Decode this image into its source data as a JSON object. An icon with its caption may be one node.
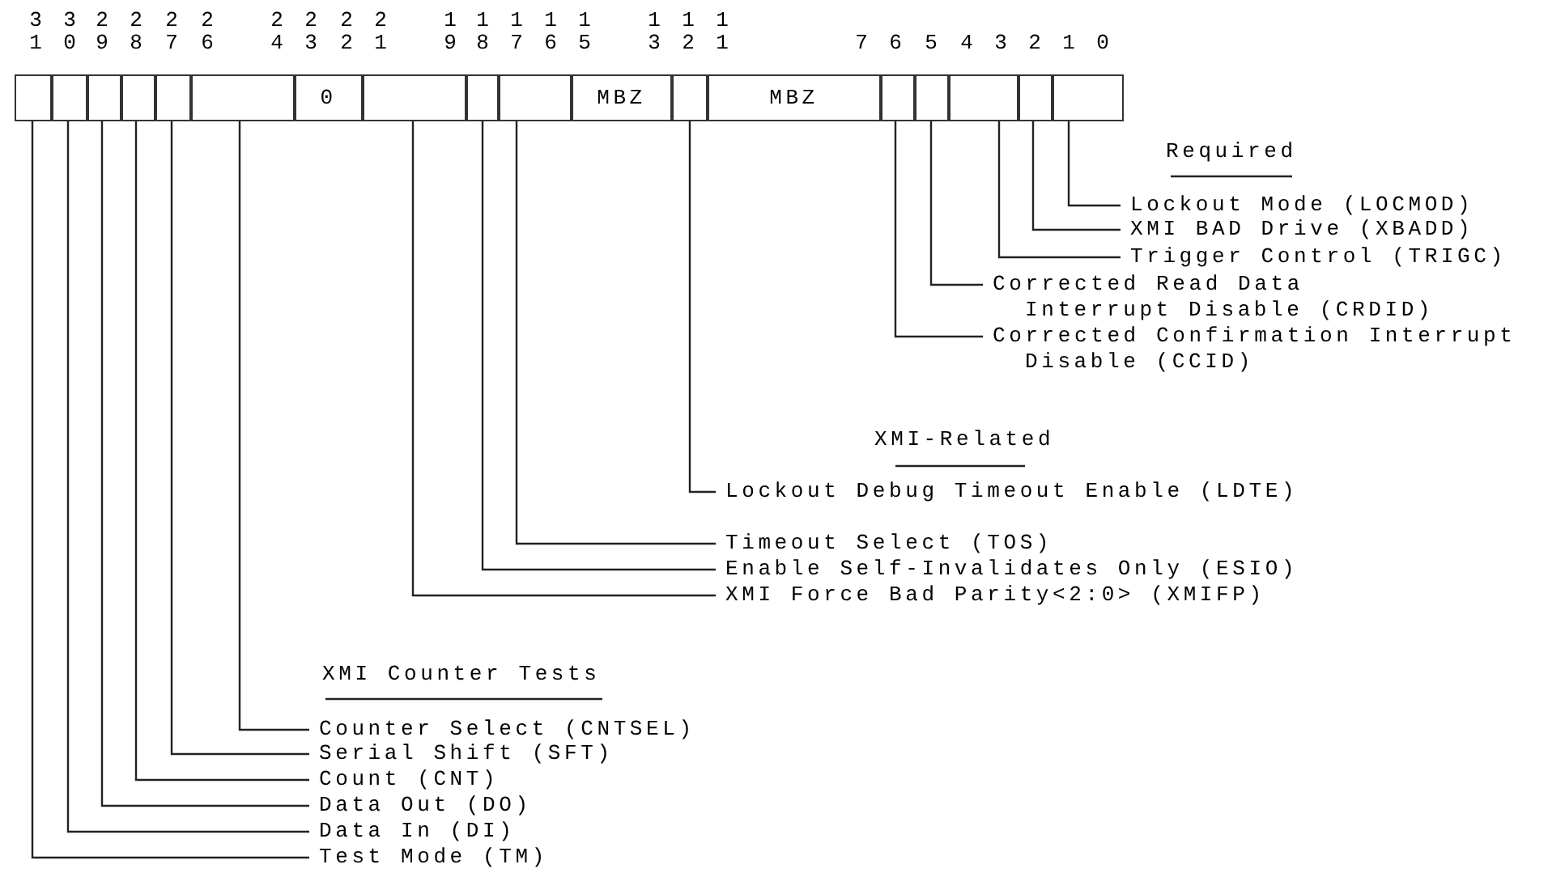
{
  "diagram": {
    "nodes": [
      {
        "text": [],
        "shape": "box"
      },
      {
        "text": [],
        "shape": "box"
      },
      {
        "text": [],
        "shape": "box"
      },
      {
        "text": [],
        "shape": "box"
      },
      {
        "text": [],
        "shape": "box"
      },
      {
        "text": [],
        "shape": "box"
      },
      {
        "text": [
          "0"
        ]
      },
      {
        "text": [],
        "shape": "box"
      },
      {
        "text": [],
        "shape": "box"
      },
      {
        "text": [],
        "shape": "box"
      },
      {
        "text": [
          "MBZ"
        ]
      },
      {
        "text": [],
        "shape": "box"
      },
      {
        "text": [
          "MBZ"
        ]
      },
      {
        "text": [],
        "shape": "box"
      },
      {
        "text": [],
        "shape": "box"
      },
      {
        "text": [],
        "shape": "box"
      },
      {
        "text": [],
        "shape": "box"
      },
      {
        "text": [],
        "shape": "box"
      },
      {
        "text": [
          "Lockout Mode (LOCMOD)"
        ]
      },
      {
        "text": [
          "XMI BAD Drive (XBADD)"
        ]
      },
      {
        "text": [
          "Trigger Control (TRIGC)"
        ]
      },
      {
        "text": [
          "Corrected Read Data Interrupt Disable (CRDID)"
        ]
      },
      {
        "text": [
          "Corrected Confirmation Interrupt Disable (CCID)"
        ]
      },
      {
        "text": [
          "Lockout Debug Timeout Enable (LDTE)"
        ]
      },
      {
        "text": [
          "Timeout Select (TOS)"
        ]
      },
      {
        "text": [
          "Enable Self-Invalidates Only (ESIO)"
        ]
      },
      {
        "text": [
          "XMI Force Bad Parity<2:0> (XMIFP)"
        ]
      },
      {
        "text": [
          "Counter Select (CNTSEL)"
        ]
      },
      {
        "text": [
          "Serial Shift (SFT)"
        ]
      },
      {
        "text": [
          "Count (CNT)"
        ]
      },
      {
        "text": [
          "Data Out (DO)"
        ]
      },
      {
        "text": [
          "Data In (DI)"
        ]
      },
      {
        "text": [
          "Test Mode (TM)"
        ]
      }
    ],
    "edges": [
      {
        "from": 18,
        "to": 17,
        "arrow": "none"
      },
      {
        "from": 19,
        "to": 16,
        "arrow": "none"
      },
      {
        "from": 20,
        "to": 15,
        "arrow": "none"
      },
      {
        "from": 21,
        "to": 14,
        "arrow": "none"
      },
      {
        "from": 22,
        "to": 13,
        "arrow": "none"
      },
      {
        "from": 23,
        "to": 11,
        "arrow": "none"
      },
      {
        "from": 24,
        "to": 9,
        "arrow": "none"
      },
      {
        "from": 25,
        "to": 8,
        "arrow": "none"
      },
      {
        "from": 26,
        "to": 7,
        "arrow": "none"
      },
      {
        "from": 27,
        "to": 5,
        "arrow": "none"
      },
      {
        "from": 28,
        "to": 4,
        "arrow": "none"
      },
      {
        "from": 29,
        "to": 3,
        "arrow": "none"
      },
      {
        "from": 30,
        "to": 2,
        "arrow": "none"
      },
      {
        "from": 31,
        "to": 1,
        "arrow": "none"
      },
      {
        "from": 32,
        "to": 0,
        "arrow": "none"
      }
    ],
    "labels": [
      "31",
      "30",
      "29",
      "28",
      "27",
      "26",
      "24",
      "23",
      "22",
      "21",
      "19",
      "18",
      "17",
      "16",
      "15",
      "13",
      "12",
      "11",
      "7",
      "6",
      "5",
      "4",
      "3",
      "2",
      "1",
      "0",
      "Required",
      "XMI-Related",
      "XMI Counter Tests"
    ]
  }
}
